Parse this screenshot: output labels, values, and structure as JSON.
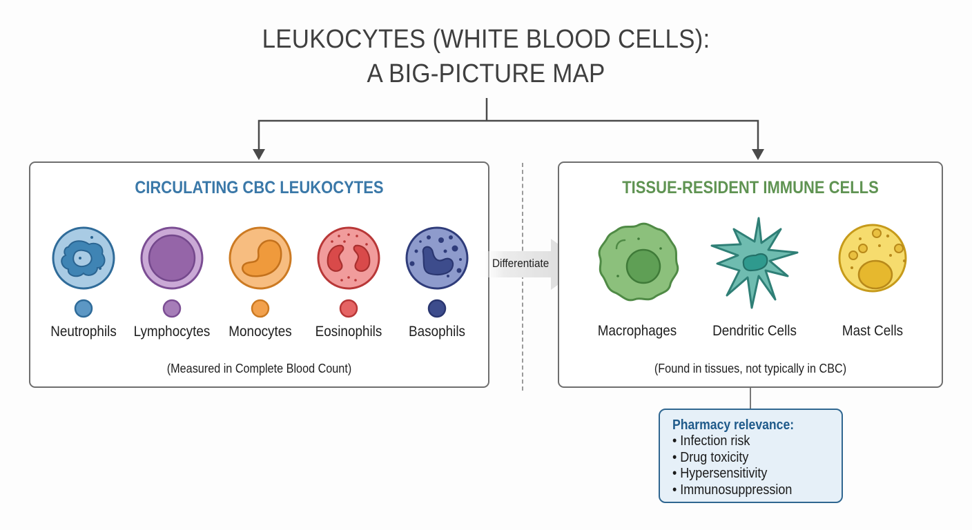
{
  "title": {
    "line1": "LEUKOCYTES (WHITE BLOOD CELLS):",
    "line2": "A BIG-PICTURE MAP"
  },
  "left_panel": {
    "heading": "CIRCULATING CBC LEUKOCYTES",
    "heading_color": "#3a78a8",
    "note": "(Measured in Complete Blood Count)",
    "cells": [
      {
        "label": "Neutrophils",
        "icon": "neutrophil-icon",
        "color": "#3f84b4"
      },
      {
        "label": "Lymphocytes",
        "icon": "lymphocyte-icon",
        "color": "#9565a8"
      },
      {
        "label": "Monocytes",
        "icon": "monocyte-icon",
        "color": "#ef9a3c"
      },
      {
        "label": "Eosinophils",
        "icon": "eosinophil-icon",
        "color": "#e05656"
      },
      {
        "label": "Basophils",
        "icon": "basophil-icon",
        "color": "#3d4c8c"
      }
    ]
  },
  "transition": {
    "label": "Differentiate",
    "icon": "arrow-right-icon"
  },
  "right_panel": {
    "heading": "TISSUE-RESIDENT IMMUNE CELLS",
    "heading_color": "#5f9352",
    "note": "(Found in tissues, not typically in CBC)",
    "cells": [
      {
        "label": "Macrophages",
        "icon": "macrophage-icon",
        "color": "#8cc07c"
      },
      {
        "label": "Dendritic Cells",
        "icon": "dendritic-cell-icon",
        "color": "#5fb3a6"
      },
      {
        "label": "Mast Cells",
        "icon": "mast-cell-icon",
        "color": "#f1cf4e"
      }
    ]
  },
  "pharmacy": {
    "title": "Pharmacy relevance:",
    "items": [
      "• Infection risk",
      "• Drug toxicity",
      "• Hypersensitivity",
      "• Immunosuppression"
    ]
  }
}
